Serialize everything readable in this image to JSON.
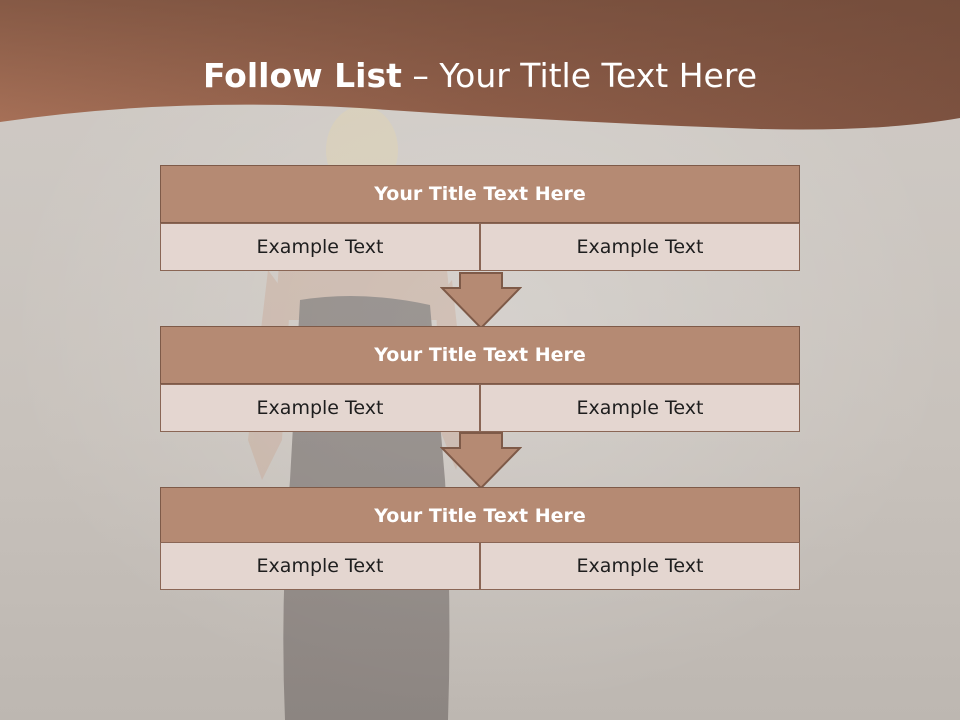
{
  "slide": {
    "title_bold": "Follow List",
    "title_separator": " – ",
    "title_rest": "Your Title Text Here",
    "colors": {
      "header_band": "#9a6650",
      "block_title": "#b58a73",
      "block_cell": "#e4d6d0",
      "arrow": "#b58a73",
      "background": "#c9c3bd"
    }
  },
  "flow": {
    "blocks": [
      {
        "title": "Your Title Text Here",
        "left": "Example Text",
        "right": "Example Text"
      },
      {
        "title": "Your Title Text Here",
        "left": "Example Text",
        "right": "Example Text"
      },
      {
        "title": "Your Title Text Here",
        "left": "Example Text",
        "right": "Example Text"
      }
    ]
  }
}
